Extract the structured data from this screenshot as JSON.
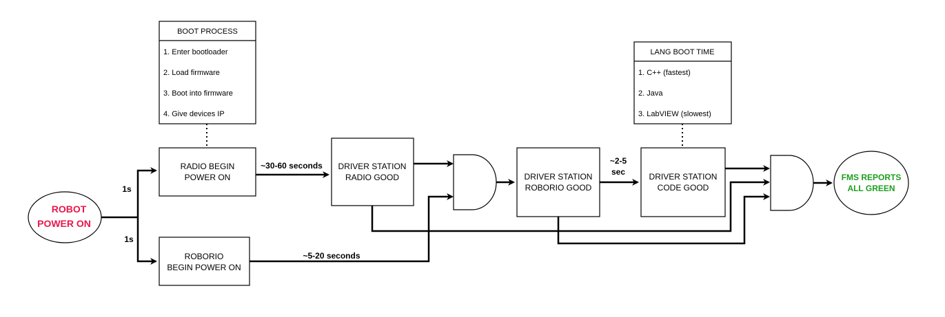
{
  "colors": {
    "robot_power_text": "#e8174a",
    "fms_text": "#1e9e1e",
    "fms_fill": "#ffffff",
    "stroke": "#000000"
  },
  "nodes": {
    "robot_power": {
      "line1": "ROBOT",
      "line2": "POWER ON"
    },
    "radio_begin": {
      "line1": "RADIO BEGIN",
      "line2": "POWER ON"
    },
    "roborio_begin": {
      "line1": "ROBORIO",
      "line2": "BEGIN POWER ON"
    },
    "ds_radio_good": {
      "line1": "DRIVER STATION",
      "line2": "RADIO GOOD"
    },
    "ds_roborio_good": {
      "line1": "DRIVER STATION",
      "line2": "ROBORIO GOOD"
    },
    "ds_code_good": {
      "line1": "DRIVER STATION",
      "line2": "CODE GOOD"
    },
    "fms_reports": {
      "line1": "FMS REPORTS",
      "line2": "ALL GREEN"
    }
  },
  "boot_process": {
    "title": "BOOT PROCESS",
    "items": [
      "1. Enter bootloader",
      "2. Load firmware",
      "3. Boot into firmware",
      "4. Give devices IP"
    ]
  },
  "lang_boot_time": {
    "title": "LANG BOOT TIME",
    "items": [
      "1. C++ (fastest)",
      "2. Java",
      "3. LabVIEW (slowest)"
    ]
  },
  "edge_labels": {
    "to_radio": "1s",
    "to_roborio": "1s",
    "radio_time": "~30-60 seconds",
    "roborio_time": "~5-20 seconds",
    "code_time_line1": "~2-5",
    "code_time_line2": "sec"
  }
}
